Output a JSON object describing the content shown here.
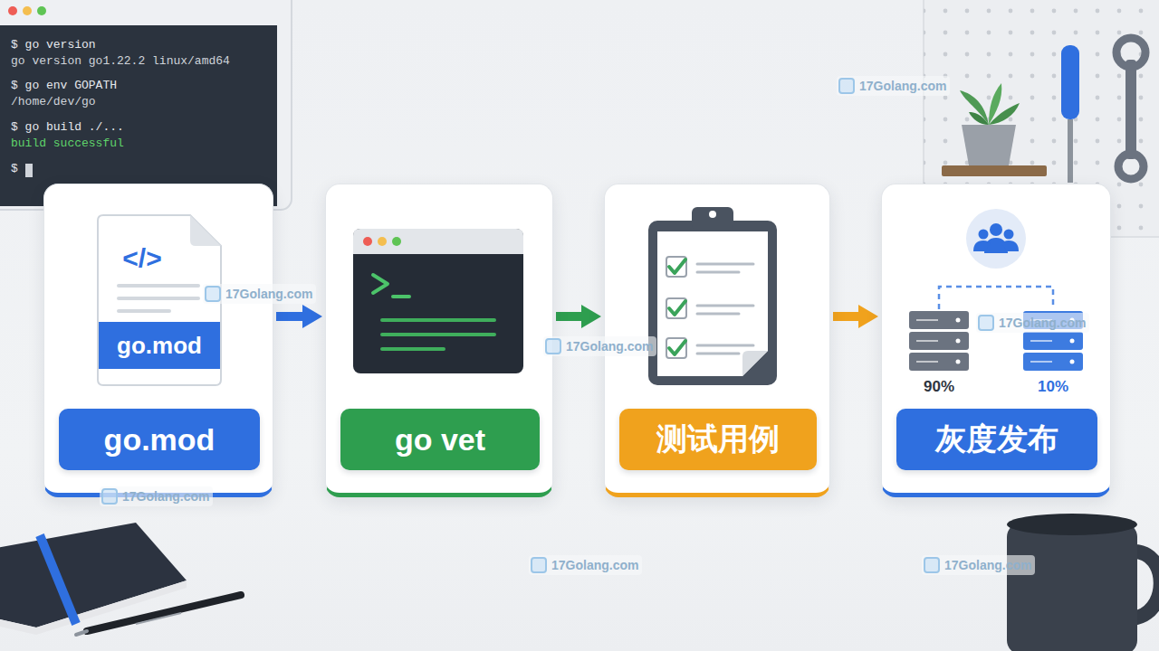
{
  "diagram": {
    "nodes": [
      {
        "text": [
          "</>",
          "go.mod"
        ]
      },
      {
        "text": [
          "go.mod"
        ],
        "in": 0
      },
      {
        "text": []
      },
      {
        "text": [
          "go vet"
        ],
        "in": 2
      },
      {
        "text": []
      },
      {
        "text": [
          "测试用例"
        ],
        "in": 4
      },
      {
        "text": [
          "90%",
          "10%"
        ]
      },
      {
        "text": [
          "灰度发布"
        ],
        "in": 6
      }
    ],
    "edges": [
      {
        "from": 0,
        "to": 2,
        "arrow": "to"
      },
      {
        "from": 2,
        "to": 4,
        "arrow": "to"
      },
      {
        "from": 4,
        "to": 6,
        "arrow": "to"
      }
    ],
    "labels": [
      "$ go version",
      "go version go1.22.2 linux/amd64",
      "$ go env GOPATH",
      "/home/dev/go",
      "$ go build ./...",
      "build successful",
      "$",
      "17Golang.com",
      "17Golang.com",
      "17Golang.com",
      "17Golang.com",
      "17Golang.com",
      "17Golang.com",
      "17Golang.com"
    ]
  }
}
